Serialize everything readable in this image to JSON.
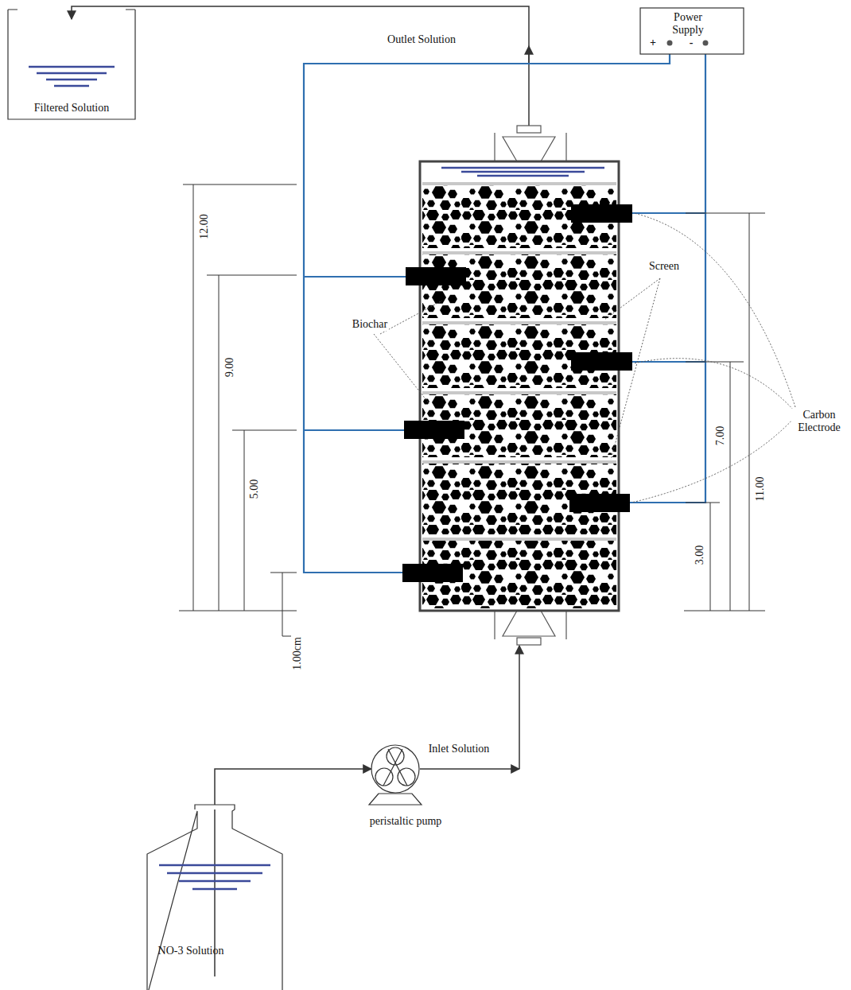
{
  "diagram": {
    "nodes": [
      {
        "text": [
          "Filtered Solution"
        ]
      },
      {
        "text": [
          "Power Supply",
          "+",
          "-"
        ]
      },
      {
        "text": [
          "peristaltic pump"
        ]
      },
      {
        "text": [
          "NO-3 Solution"
        ]
      }
    ],
    "edges": [
      {
        "from": 3,
        "to": 2,
        "arrow": "to"
      }
    ],
    "labels": [
      "Outlet Solution",
      "12.00",
      "9.00",
      "5.00",
      "1.00cm",
      "Biochar",
      "Screen",
      "Carbon Electrode",
      "7.00",
      "11.00",
      "3.00",
      "Inlet Solution"
    ]
  }
}
